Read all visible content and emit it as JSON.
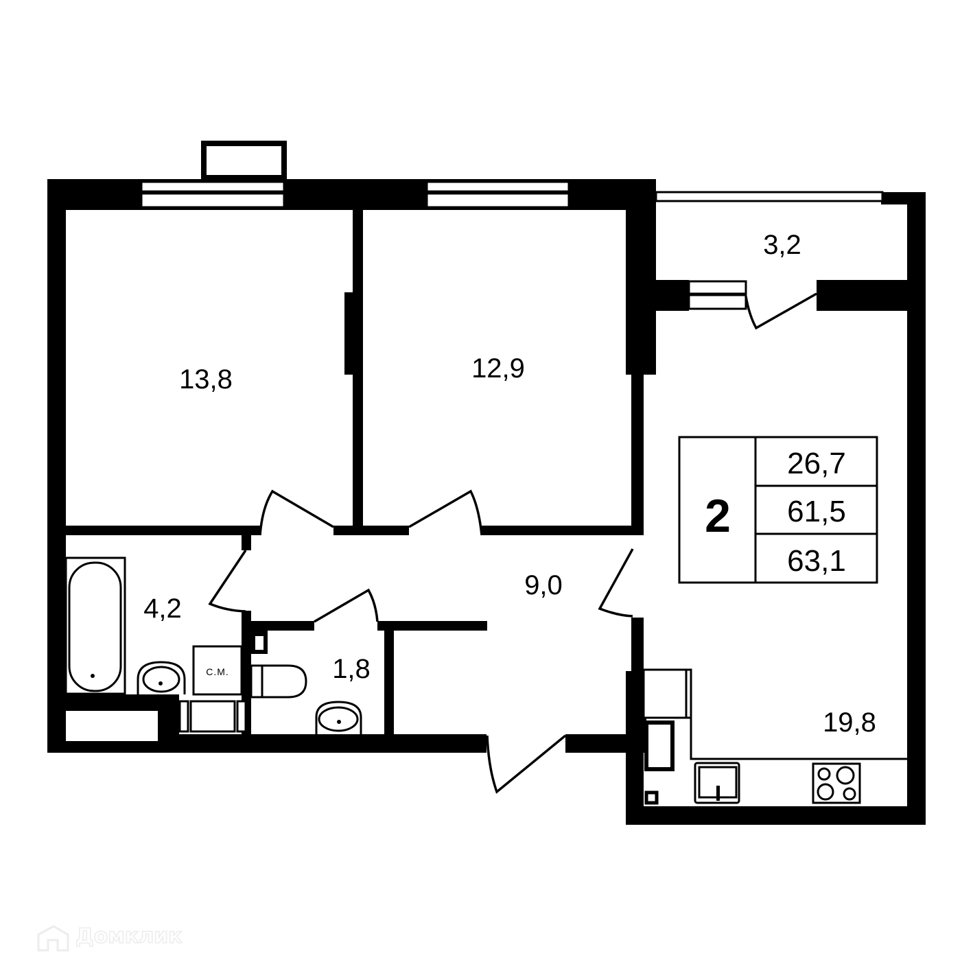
{
  "plan": {
    "rooms": [
      {
        "id": "bedroom-1",
        "area": "13,8"
      },
      {
        "id": "bedroom-2",
        "area": "12,9"
      },
      {
        "id": "balcony",
        "area": "3,2"
      },
      {
        "id": "kitchen-living",
        "area": "19,8"
      },
      {
        "id": "hallway",
        "area": "9,0"
      },
      {
        "id": "bathroom",
        "area": "4,2"
      },
      {
        "id": "toilet",
        "area": "1,8"
      }
    ],
    "washing_machine_label": "С.М.",
    "summary": {
      "room_count": "2",
      "living_area": "26,7",
      "total_area": "61,5",
      "total_area_with_balcony": "63,1"
    }
  },
  "watermark": {
    "brand": "Домклик",
    "icon": "house-logo-icon"
  },
  "colors": {
    "wall": "#000000",
    "background": "#ffffff",
    "watermark": "#ececec"
  }
}
